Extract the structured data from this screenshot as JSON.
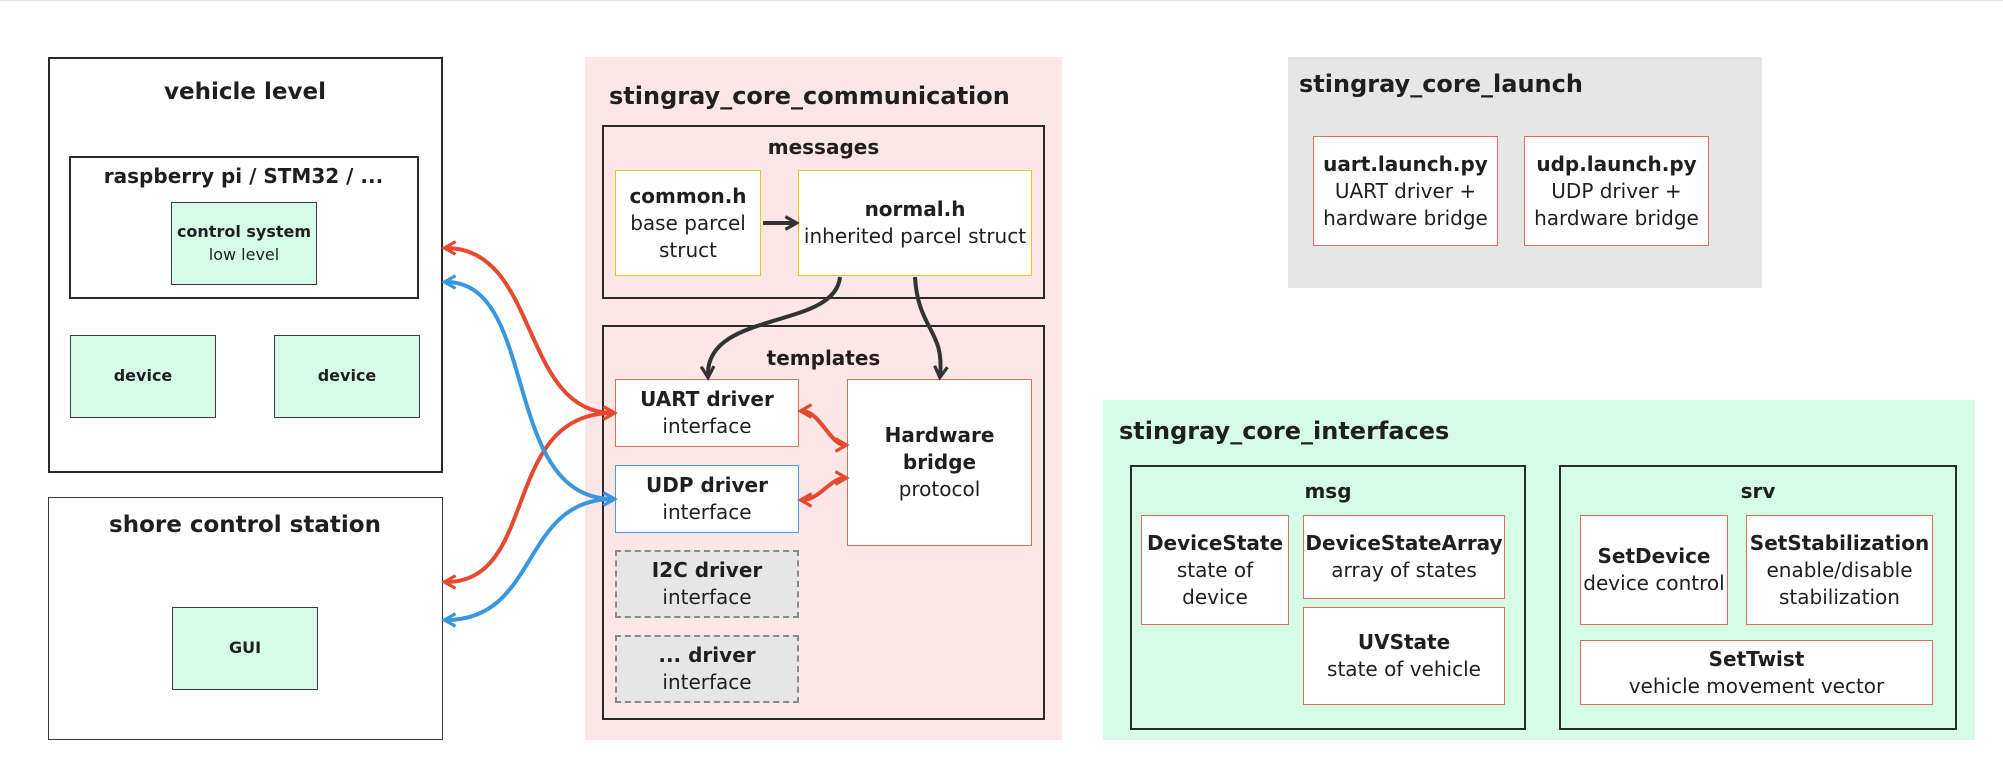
{
  "vehicle": {
    "title": "vehicle level",
    "board": {
      "title": "raspberry pi / STM32 / ...",
      "control": {
        "title": "control system",
        "subtitle": "low level"
      }
    },
    "devices": [
      "device",
      "device"
    ]
  },
  "shore": {
    "title": "shore control station",
    "gui": "GUI"
  },
  "communication": {
    "title": "stingray_core_communication",
    "messages": {
      "title": "messages",
      "common": {
        "title": "common.h",
        "line1": "base parcel",
        "line2": "struct"
      },
      "normal": {
        "title": "normal.h",
        "line1": "inherited parcel struct"
      }
    },
    "templates": {
      "title": "templates",
      "uart": {
        "title": "UART driver",
        "subtitle": "interface"
      },
      "udp": {
        "title": "UDP driver",
        "subtitle": "interface"
      },
      "i2c": {
        "title": "I2C driver",
        "subtitle": "interface"
      },
      "other": {
        "title": "... driver",
        "subtitle": "interface"
      },
      "bridge": {
        "line1": "Hardware",
        "line2": "bridge",
        "line3": "protocol"
      }
    }
  },
  "launch": {
    "title": "stingray_core_launch",
    "uart": {
      "title": "uart.launch.py",
      "line1": "UART driver +",
      "line2": "hardware bridge"
    },
    "udp": {
      "title": "udp.launch.py",
      "line1": "UDP driver +",
      "line2": "hardware bridge"
    }
  },
  "interfaces": {
    "title": "stingray_core_interfaces",
    "msg": {
      "title": "msg",
      "device_state": {
        "title": "DeviceState",
        "line1": "state of",
        "line2": "device"
      },
      "device_state_array": {
        "title": "DeviceStateArray",
        "line1": "array of states"
      },
      "uv_state": {
        "title": "UVState",
        "line1": "state of vehicle"
      }
    },
    "srv": {
      "title": "srv",
      "set_device": {
        "title": "SetDevice",
        "line1": "device control"
      },
      "set_stabilization": {
        "title": "SetStabilization",
        "line1": "enable/disable",
        "line2": "stabilization"
      },
      "set_twist": {
        "title": "SetTwist",
        "line1": "vehicle movement vector"
      }
    }
  },
  "colors": {
    "uart_link": "#e5492e",
    "udp_link": "#3897e0",
    "internal_link": "#333333"
  }
}
